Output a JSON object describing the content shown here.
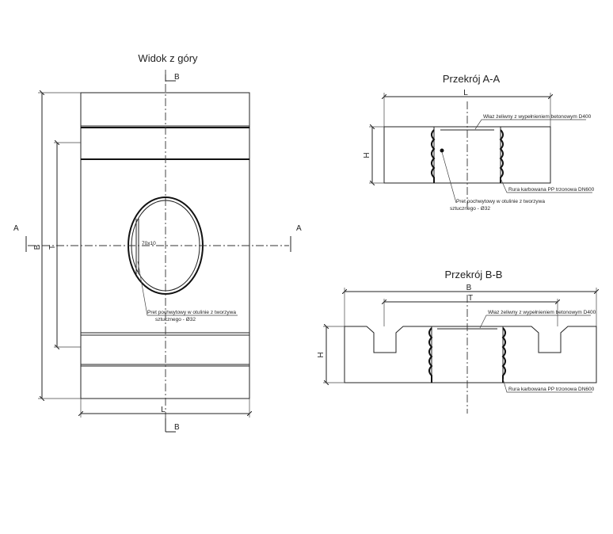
{
  "top_view": {
    "title": "Widok z góry",
    "section_mark_b": "B",
    "section_mark_a": "A",
    "dim_b": "B",
    "dim_t": "T",
    "dim_l": "L",
    "rebar_size": "70x10",
    "note_line1": "Pret pochwytowy w otulinie z tworzywa",
    "note_line2": "sztucznego - Ø32"
  },
  "section_aa": {
    "title": "Przekrój A-A",
    "dim_l": "L",
    "dim_h": "H",
    "note_manhole": "Właz żeliwny z wypełnieniem betonowym D400",
    "note_pipe": "Rura karbowana PP trzonowa DN600",
    "note_rebar_line1": "Pret pochwytowy w otulinie z tworzywa",
    "note_rebar_line2": "sztucznego - Ø32"
  },
  "section_bb": {
    "title": "Przekrój B-B",
    "dim_b": "B",
    "dim_t": "T",
    "dim_h": "H",
    "note_manhole": "Właz żeliwny z wypełnieniem betonowym D400",
    "note_pipe": "Rura karbowana PP trzonowa DN600"
  }
}
